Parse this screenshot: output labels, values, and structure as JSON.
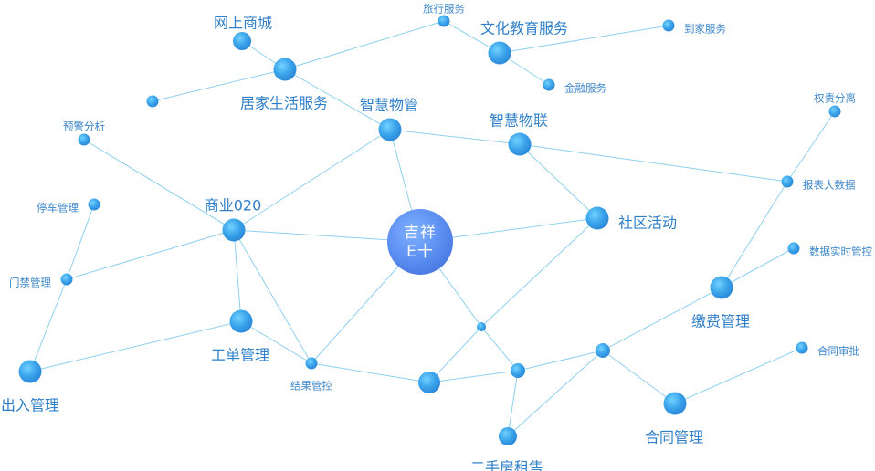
{
  "diagram": {
    "center": {
      "line1": "吉祥",
      "line2": "E十"
    },
    "nodes": [
      {
        "id": "center",
        "label": ""
      },
      {
        "id": "wanshang",
        "label": "网上商城"
      },
      {
        "id": "lvxing",
        "label": "旅行服务"
      },
      {
        "id": "wenhua",
        "label": "文化教育服务"
      },
      {
        "id": "daojia",
        "label": "到家服务"
      },
      {
        "id": "jujia",
        "label": "居家生活服务"
      },
      {
        "id": "jinrong",
        "label": "金融服务"
      },
      {
        "id": "orphan",
        "label": ""
      },
      {
        "id": "zhihuiwuguan",
        "label": "智慧物管"
      },
      {
        "id": "zhihuiwulian",
        "label": "智慧物联"
      },
      {
        "id": "yujing",
        "label": "预警分析"
      },
      {
        "id": "quanze",
        "label": "权责分离"
      },
      {
        "id": "baobiao",
        "label": "报表大数据"
      },
      {
        "id": "tingche",
        "label": "停车管理"
      },
      {
        "id": "shangye",
        "label": "商业020"
      },
      {
        "id": "shequ",
        "label": "社区活动"
      },
      {
        "id": "shuju",
        "label": "数据实时管控"
      },
      {
        "id": "menjin",
        "label": "门禁管理"
      },
      {
        "id": "jiaofei",
        "label": "缴费管理"
      },
      {
        "id": "gongdan",
        "label": "工单管理"
      },
      {
        "id": "hub",
        "label": ""
      },
      {
        "id": "churu",
        "label": "出入管理"
      },
      {
        "id": "hetongshenpi",
        "label": "合同审批"
      },
      {
        "id": "jieguo",
        "label": "结果管控"
      },
      {
        "id": "mid1",
        "label": ""
      },
      {
        "id": "mid2",
        "label": ""
      },
      {
        "id": "mid3",
        "label": ""
      },
      {
        "id": "hetong",
        "label": "合同管理"
      },
      {
        "id": "ershou",
        "label": "二手房租售"
      }
    ],
    "edges": [
      [
        "wanshang",
        "jujia"
      ],
      [
        "jujia",
        "lvxing"
      ],
      [
        "lvxing",
        "wenhua"
      ],
      [
        "wenhua",
        "daojia"
      ],
      [
        "wenhua",
        "jinrong"
      ],
      [
        "jujia",
        "orphan"
      ],
      [
        "jujia",
        "zhihuiwuguan"
      ],
      [
        "zhihuiwuguan",
        "zhihuiwulian"
      ],
      [
        "zhihuiwulian",
        "baobiao"
      ],
      [
        "zhihuiwulian",
        "shequ"
      ],
      [
        "zhihuiwuguan",
        "center"
      ],
      [
        "zhihuiwuguan",
        "shangye"
      ],
      [
        "yujing",
        "shangye"
      ],
      [
        "baobiao",
        "quanze"
      ],
      [
        "baobiao",
        "jiaofei"
      ],
      [
        "jiaofei",
        "shuju"
      ],
      [
        "jiaofei",
        "mid3"
      ],
      [
        "tingche",
        "menjin"
      ],
      [
        "menjin",
        "churu"
      ],
      [
        "menjin",
        "shangye"
      ],
      [
        "shangye",
        "center"
      ],
      [
        "shangye",
        "gongdan"
      ],
      [
        "shangye",
        "jieguo"
      ],
      [
        "gongdan",
        "churu"
      ],
      [
        "gongdan",
        "jieguo"
      ],
      [
        "center",
        "shequ"
      ],
      [
        "center",
        "jieguo"
      ],
      [
        "center",
        "hub"
      ],
      [
        "shequ",
        "hub"
      ],
      [
        "hub",
        "mid1"
      ],
      [
        "hub",
        "mid2"
      ],
      [
        "jieguo",
        "mid1"
      ],
      [
        "mid1",
        "mid2"
      ],
      [
        "mid2",
        "mid3"
      ],
      [
        "mid2",
        "ershou"
      ],
      [
        "mid3",
        "ershou"
      ],
      [
        "mid3",
        "hetong"
      ],
      [
        "hetong",
        "hetongshenpi"
      ]
    ]
  }
}
